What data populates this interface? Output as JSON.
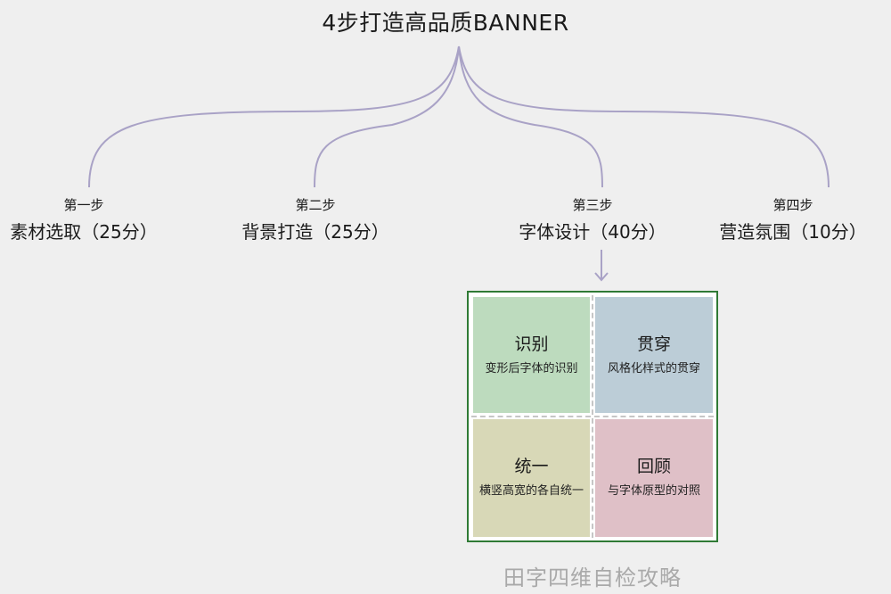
{
  "title": "4步打造高品质BANNER",
  "steps": [
    {
      "label": "第一步",
      "name": "素材选取（25分）"
    },
    {
      "label": "第二步",
      "name": "背景打造（25分）"
    },
    {
      "label": "第三步",
      "name": "字体设计（40分）"
    },
    {
      "label": "第四步",
      "name": "营造氛围（10分）"
    }
  ],
  "grid": {
    "cells": [
      {
        "title": "识别",
        "desc": "变形后字体的识别",
        "color": "#bddbbe"
      },
      {
        "title": "贯穿",
        "desc": "风格化样式的贯穿",
        "color": "#bccdd7"
      },
      {
        "title": "统一",
        "desc": "横竖高宽的各自统一",
        "color": "#d8d8b7"
      },
      {
        "title": "回顾",
        "desc": "与字体原型的对照",
        "color": "#dfc0c7"
      }
    ],
    "caption": "田字四维自检攻略"
  },
  "colors": {
    "connector": "#a9a2c6",
    "grid_border": "#2f7a35",
    "background": "#efefef"
  }
}
